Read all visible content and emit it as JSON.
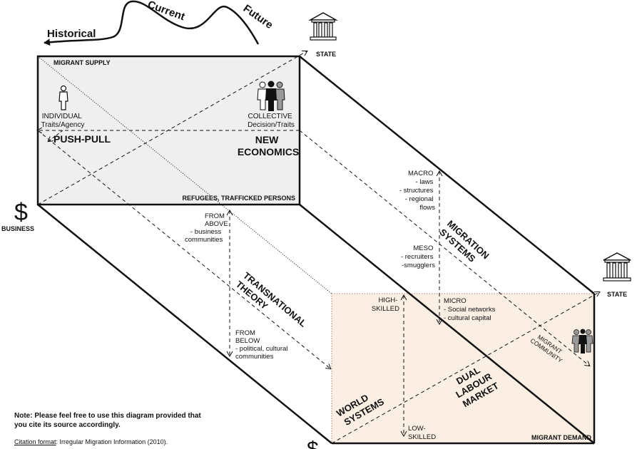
{
  "timeline": {
    "historical": "Historical",
    "current": "Current",
    "future": "Future"
  },
  "state_top": "STATE",
  "state_right": "STATE",
  "business_left": "BUSINESS",
  "dollar_left": "$",
  "dollar_bottom": "$",
  "front_face": {
    "migrant_supply": "MIGRANT SUPPLY",
    "individual": [
      "INDIVIDUAL",
      "Traits/Agency"
    ],
    "collective": [
      "COLLECTIVE",
      "Decision/Traits"
    ],
    "push_pull": "PUSH-PULL",
    "new_economics": [
      "NEW",
      "ECONOMICS"
    ],
    "refugees": "REFUGEES, TRAFFICKED PERSONS"
  },
  "back_face": {
    "high_skilled": [
      "HIGH-",
      "SKILLED"
    ],
    "low_skilled": [
      "LOW-",
      "SKILLED"
    ],
    "micro": [
      "MICRO",
      "- Social networks",
      "- cultural capital"
    ],
    "world_systems": [
      "WORLD",
      "SYSTEMS"
    ],
    "dual_labour": [
      "DUAL",
      "LABOUR",
      "MARKET"
    ],
    "migrant_demand": "MIGRANT DEMAND",
    "migrant_community": [
      "MIGRANT",
      "COMMUNITY"
    ]
  },
  "middle": {
    "macro": [
      "MACRO",
      "- laws",
      "- structures",
      "- regional",
      "flows"
    ],
    "meso": [
      "MESO",
      "- recruiters",
      "-smugglers"
    ],
    "migration_systems": [
      "MIGRATION",
      "SYSTEMS"
    ],
    "from_above": [
      "FROM",
      "ABOVE",
      "- business",
      "communities"
    ],
    "from_below": [
      "FROM",
      "BELOW",
      "- political, cultural",
      "communities"
    ],
    "transnational": [
      "TRANSNATIONAL",
      "THEORY"
    ]
  },
  "note": {
    "line1": "Note: Please feel free to use this diagram provided that",
    "line2": "you cite its source accordingly."
  },
  "citation": {
    "label": "Citation format",
    "text": ": Irregular Migration Information (2010)."
  },
  "colors": {
    "front_fill": "#efefef",
    "back_fill": "#fbeee2",
    "stroke": "#111111"
  }
}
